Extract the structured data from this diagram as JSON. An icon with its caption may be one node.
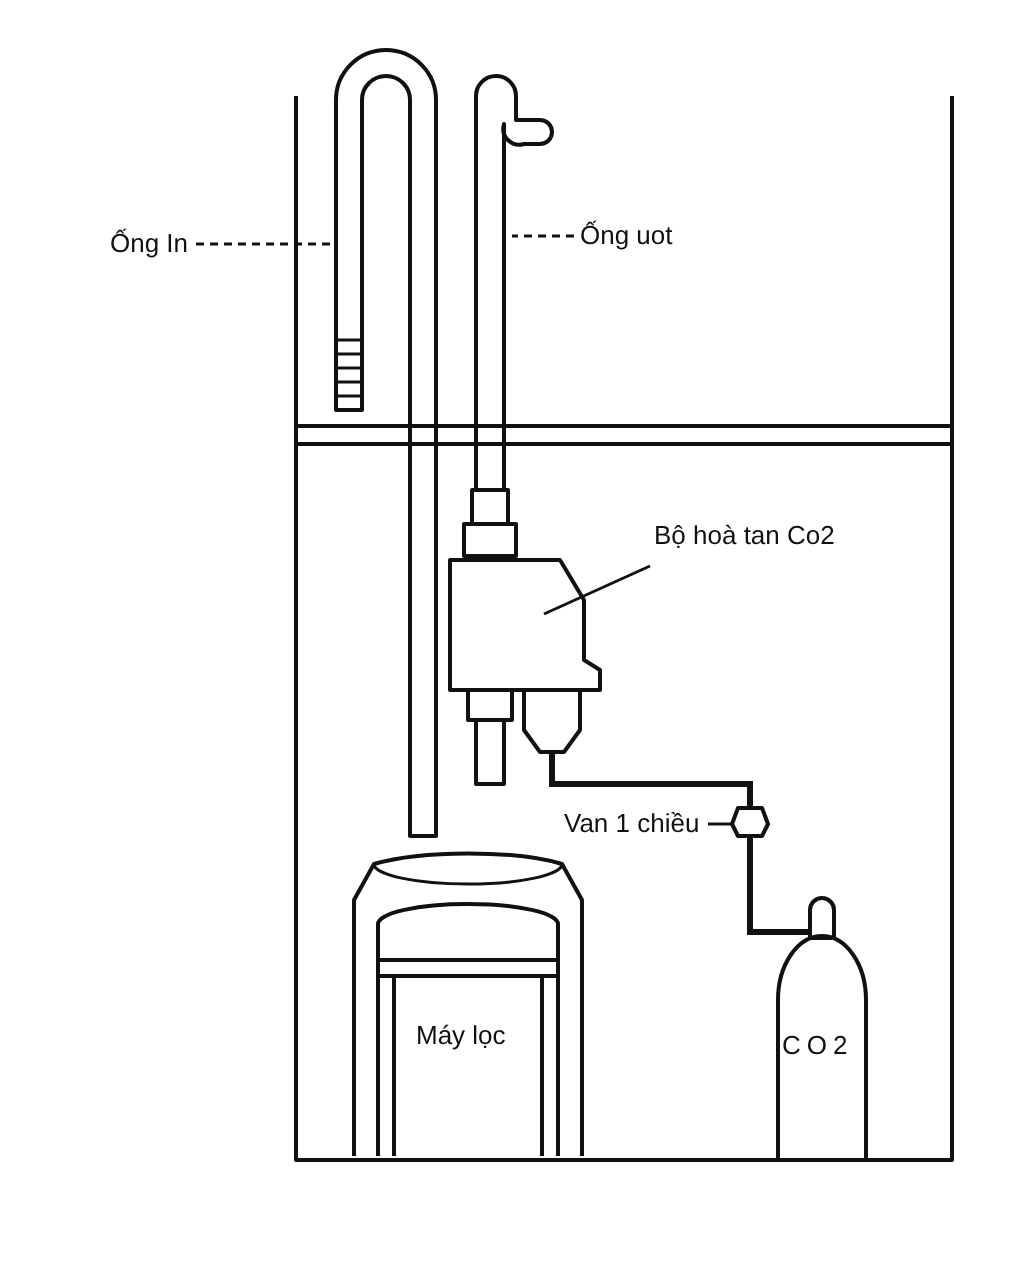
{
  "diagram": {
    "nodes": [
      {
        "text": [
          "Ống In"
        ]
      },
      {
        "text": [],
        "shape": "pipe"
      },
      {
        "text": [
          "Ống uot"
        ]
      },
      {
        "text": [],
        "shape": "pipe"
      },
      {
        "text": [
          "Bộ hoà tan Co2"
        ]
      },
      {
        "text": [],
        "shape": "diffuser"
      },
      {
        "text": [
          "Van 1 chiều"
        ]
      },
      {
        "text": [],
        "shape": "valve"
      },
      {
        "text": [
          "Máy lọc"
        ]
      },
      {
        "text": [
          "CO2"
        ]
      }
    ],
    "edges": [
      {
        "from": 0,
        "to": 1,
        "arrow": "none",
        "style": "dashed"
      },
      {
        "from": 2,
        "to": 3,
        "arrow": "none",
        "style": "dashed"
      },
      {
        "from": 4,
        "to": 5,
        "arrow": "none"
      },
      {
        "from": 6,
        "to": 7,
        "arrow": "none"
      },
      {
        "from": 5,
        "to": 7,
        "arrow": "none",
        "style": "thick"
      },
      {
        "from": 7,
        "to": 9,
        "arrow": "none",
        "style": "thick"
      }
    ]
  }
}
